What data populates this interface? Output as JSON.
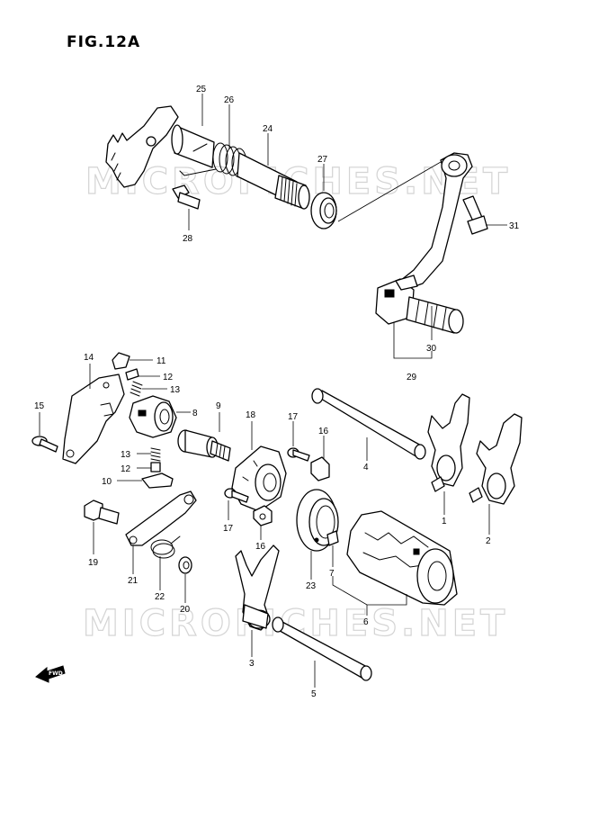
{
  "figure": {
    "title": "FIG.12A"
  },
  "watermark": "MICROFICHES.NET",
  "fwd_label": "FWD",
  "callouts": [
    {
      "id": "c25",
      "label": "25"
    },
    {
      "id": "c26",
      "label": "26"
    },
    {
      "id": "c24",
      "label": "24"
    },
    {
      "id": "c27",
      "label": "27"
    },
    {
      "id": "c28",
      "label": "28"
    },
    {
      "id": "c31",
      "label": "31"
    },
    {
      "id": "c30",
      "label": "30"
    },
    {
      "id": "c29",
      "label": "29"
    },
    {
      "id": "c14",
      "label": "14"
    },
    {
      "id": "c11",
      "label": "11"
    },
    {
      "id": "c12a",
      "label": "12"
    },
    {
      "id": "c13a",
      "label": "13"
    },
    {
      "id": "c8",
      "label": "8"
    },
    {
      "id": "c15",
      "label": "15"
    },
    {
      "id": "c13b",
      "label": "13"
    },
    {
      "id": "c12b",
      "label": "12"
    },
    {
      "id": "c10",
      "label": "10"
    },
    {
      "id": "c9",
      "label": "9"
    },
    {
      "id": "c18",
      "label": "18"
    },
    {
      "id": "c17a",
      "label": "17"
    },
    {
      "id": "c16a",
      "label": "16"
    },
    {
      "id": "c4",
      "label": "4"
    },
    {
      "id": "c17b",
      "label": "17"
    },
    {
      "id": "c16b",
      "label": "16"
    },
    {
      "id": "c1",
      "label": "1"
    },
    {
      "id": "c2",
      "label": "2"
    },
    {
      "id": "c19",
      "label": "19"
    },
    {
      "id": "c21",
      "label": "21"
    },
    {
      "id": "c22",
      "label": "22"
    },
    {
      "id": "c20",
      "label": "20"
    },
    {
      "id": "c23",
      "label": "23"
    },
    {
      "id": "c7",
      "label": "7"
    },
    {
      "id": "c6",
      "label": "6"
    },
    {
      "id": "c3",
      "label": "3"
    },
    {
      "id": "c5",
      "label": "5"
    }
  ]
}
